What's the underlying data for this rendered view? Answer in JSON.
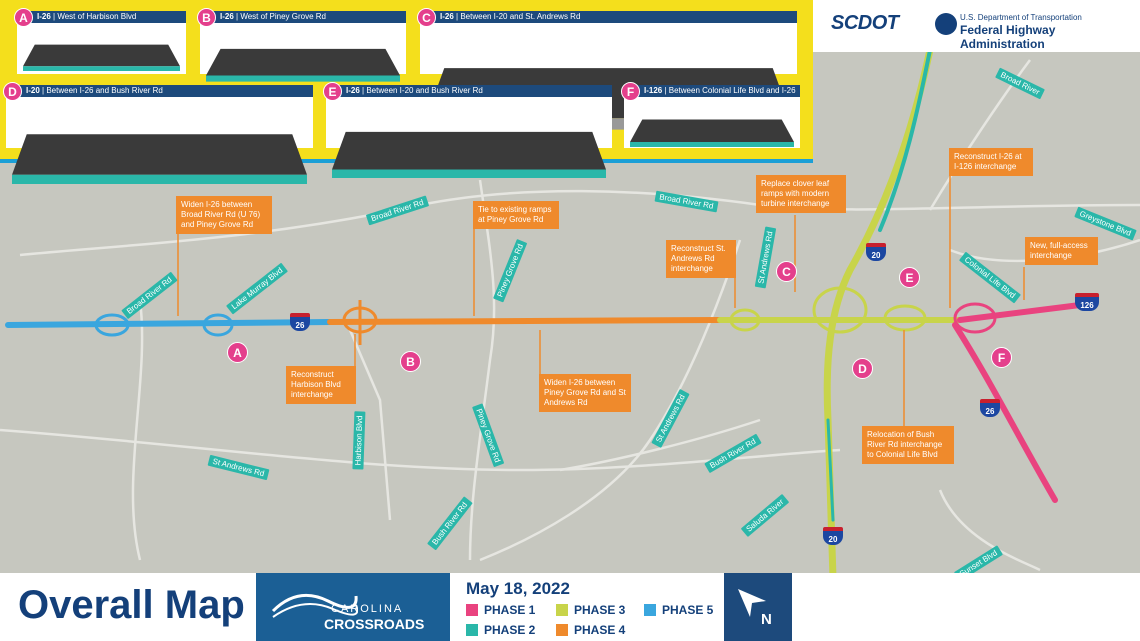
{
  "colors": {
    "phase1": "#e9437f",
    "phase2": "#2ab7a9",
    "phase3": "#c8d44a",
    "phase4": "#ef8a2c",
    "phase5": "#3aa6de",
    "navy": "#14407a",
    "marker": "#e43f8c"
  },
  "cross_sections": [
    {
      "letter": "A",
      "route": "I-26",
      "location": "West of Harbison Blvd"
    },
    {
      "letter": "B",
      "route": "I-26",
      "location": "West of Piney Grove Rd"
    },
    {
      "letter": "C",
      "route": "I-26",
      "location": "Between I-20 and St. Andrews Rd"
    },
    {
      "letter": "D",
      "route": "I-20",
      "location": "Between I-26 and Bush River Rd"
    },
    {
      "letter": "E",
      "route": "I-26",
      "location": "Between I-20 and Bush River Rd"
    },
    {
      "letter": "F",
      "route": "I-126",
      "location": "Between Colonial Life Blvd and I-26"
    }
  ],
  "logos": {
    "scdot": "SCDOT",
    "fhwa_line1": "U.S. Department of Transportation",
    "fhwa_line2": "Federal Highway Administration"
  },
  "road_labels": [
    {
      "text": "Broad River Rd"
    },
    {
      "text": "Lake Murray Blvd"
    },
    {
      "text": "Broad River Rd"
    },
    {
      "text": "Piney Grove Rd"
    },
    {
      "text": "Broad River Rd"
    },
    {
      "text": "St Andrews Rd"
    },
    {
      "text": "Broad River"
    },
    {
      "text": "Greystone Blvd"
    },
    {
      "text": "Colonial Life Blvd"
    },
    {
      "text": "Harbison Blvd"
    },
    {
      "text": "Piney Grove Rd"
    },
    {
      "text": "St Andrews Rd"
    },
    {
      "text": "St Andrews Rd"
    },
    {
      "text": "Bush River Rd"
    },
    {
      "text": "Bush River Rd"
    },
    {
      "text": "Saluda River"
    },
    {
      "text": "Sunset Blvd"
    }
  ],
  "callouts": [
    {
      "text": "Widen I-26 between Broad River Rd (U 76) and Piney Grove Rd"
    },
    {
      "text": "Tie to existing ramps at Piney Grove Rd"
    },
    {
      "text": "Replace clover leaf ramps with modern turbine interchange"
    },
    {
      "text": "Reconstruct I-26 at I-126 interchange"
    },
    {
      "text": "Reconstruct St. Andrews Rd interchange"
    },
    {
      "text": "New, full-access interchange"
    },
    {
      "text": "Reconstruct Harbison Blvd interchange"
    },
    {
      "text": "Widen I-26 between Piney Grove Rd and St Andrews Rd"
    },
    {
      "text": "Relocation of Bush River Rd interchange to Colonial Life Blvd"
    }
  ],
  "markers": [
    "A",
    "B",
    "C",
    "D",
    "E",
    "F"
  ],
  "shields": [
    "26",
    "20",
    "126",
    "26",
    "20"
  ],
  "footer": {
    "title": "Overall Map",
    "logo_line1": "CAROLINA",
    "logo_line2": "CROSSROADS",
    "date": "May 18, 2022",
    "north": "N",
    "legend": [
      {
        "label": "PHASE 1",
        "color": "#e9437f"
      },
      {
        "label": "PHASE 2",
        "color": "#2ab7a9"
      },
      {
        "label": "PHASE 3",
        "color": "#c8d44a"
      },
      {
        "label": "PHASE 4",
        "color": "#ef8a2c"
      },
      {
        "label": "PHASE 5",
        "color": "#3aa6de"
      }
    ]
  }
}
